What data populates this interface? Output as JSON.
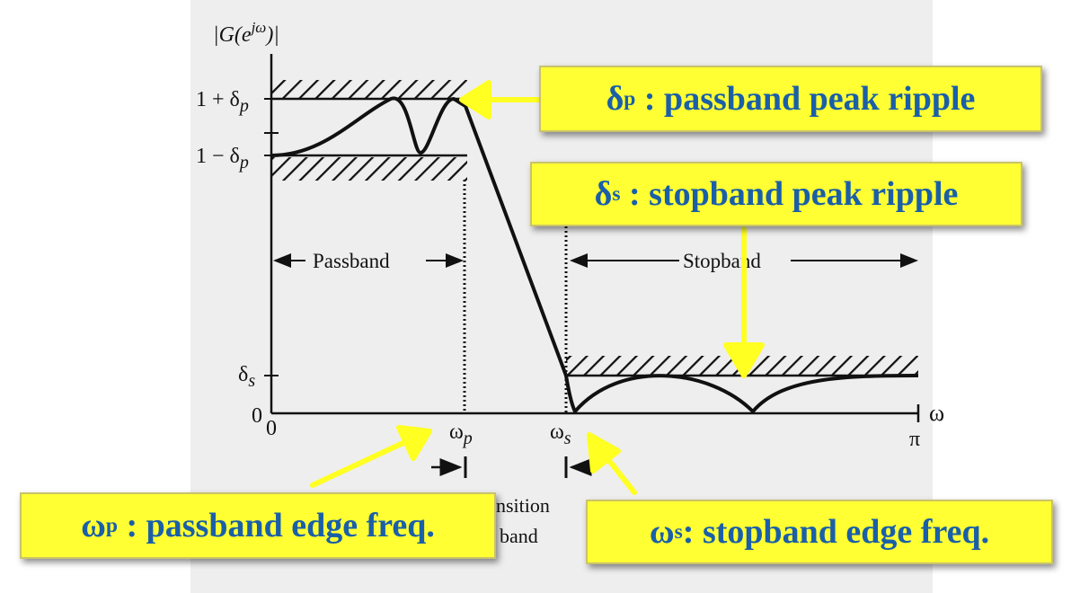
{
  "diagram": {
    "y_axis_label_prefix": "|G(e",
    "y_axis_label_exp": "jω",
    "y_axis_label_suffix": ")|",
    "y_ticks": {
      "upper_ripple": "1 + δ",
      "upper_ripple_sub": "p",
      "lower_ripple": "1 − δ",
      "lower_ripple_sub": "p",
      "stop_ripple": "δ",
      "stop_ripple_sub": "s",
      "zero": "0"
    },
    "x_ticks": {
      "origin": "0",
      "wp": "ω",
      "wp_sub": "p",
      "ws": "ω",
      "ws_sub": "s",
      "pi": "π"
    },
    "x_axis_label": "ω",
    "band_labels": {
      "passband": "Passband",
      "stopband": "Stopband",
      "transition_line1": "nsition",
      "transition_line2": "band"
    }
  },
  "callouts": {
    "passband_ripple": {
      "symbol": "δ",
      "sub": "p",
      "text": " : passband peak ripple"
    },
    "stopband_ripple": {
      "symbol": "δ",
      "sub": "s",
      "text": " : stopband peak ripple"
    },
    "passband_edge": {
      "symbol": "ω",
      "sub": "p",
      "text": " : passband edge freq."
    },
    "stopband_edge": {
      "symbol": "ω",
      "sub": "s",
      "text": ": stopband edge freq."
    }
  },
  "colors": {
    "callout_fill": "#ffff33",
    "callout_text": "#1a5fa8",
    "arrow": "#ffff22",
    "panel": "#eeeeee"
  }
}
